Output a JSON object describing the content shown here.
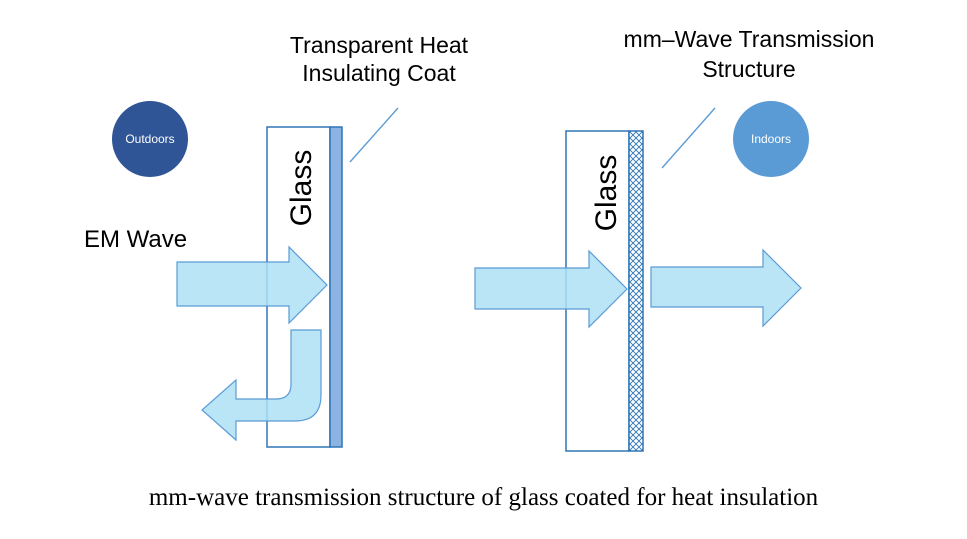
{
  "labels": {
    "coat": [
      "Transparent Heat",
      "Insulating Coat"
    ],
    "mmwave": [
      "mm–Wave Transmission",
      "Structure"
    ],
    "outdoors": "Outdoors",
    "indoors": "Indoors",
    "em_wave": "EM Wave",
    "glass_left": "Glass",
    "glass_right": "Glass"
  },
  "caption": "mm-wave transmission structure of glass coated for heat insulation",
  "colors": {
    "outdoors_circle": "#2f5597",
    "indoors_circle": "#5b9bd5",
    "arrow_fill": "#aee0f5",
    "arrow_stroke": "#5b9bd5",
    "glass_stroke": "#2e75b6",
    "coat_fill": "#8db3e2",
    "pointer_line": "#5b9bd5"
  }
}
